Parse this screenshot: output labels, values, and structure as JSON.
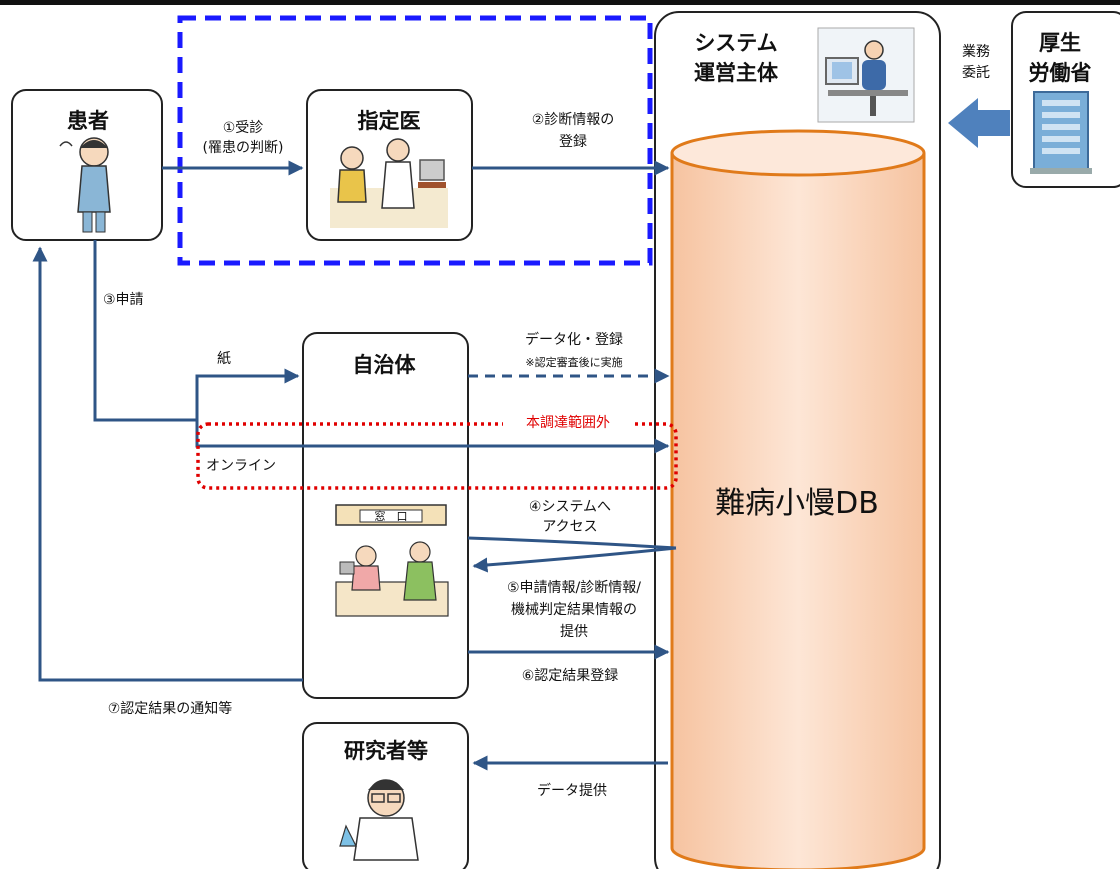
{
  "boxes": {
    "patient": "患者",
    "doctor": "指定医",
    "system_operator": [
      "システム",
      "運営主体"
    ],
    "mhlw": [
      "厚生",
      "労働省"
    ],
    "local_gov": "自治体",
    "researchers": "研究者等"
  },
  "labels": {
    "step1": [
      "①受診",
      "(罹患の判断)"
    ],
    "step2": [
      "②診断情報の",
      "登録"
    ],
    "step3": "③申請",
    "paper": "紙",
    "online": "オンライン",
    "digitize": "データ化・登録",
    "digitize_note": "※認定審査後に実施",
    "out_of_scope": "本調達範囲外",
    "step4": [
      "④システムへ",
      "アクセス"
    ],
    "step5": [
      "⑤申請情報/診断情報/",
      "機械判定結果情報の",
      "提供"
    ],
    "step6": "⑥認定結果登録",
    "step7": "⑦認定結果の通知等",
    "data_provision": "データ提供",
    "outsourcing": [
      "業務",
      "委託"
    ],
    "window_sign": "窓　口"
  },
  "database": {
    "name": "難病小慢DB"
  },
  "colors": {
    "flow_arrow": "#2f5586",
    "blue_dash": "#1a1aff",
    "red_dot": "#e00000",
    "db_border": "#e07a1a",
    "db_fill": "#fbd9c0",
    "big_arrow": "#4f81bd"
  },
  "icons": [
    "patient-illustration",
    "doctor-illustration",
    "operator-illustration",
    "building-illustration",
    "counter-illustration",
    "researcher-illustration"
  ]
}
